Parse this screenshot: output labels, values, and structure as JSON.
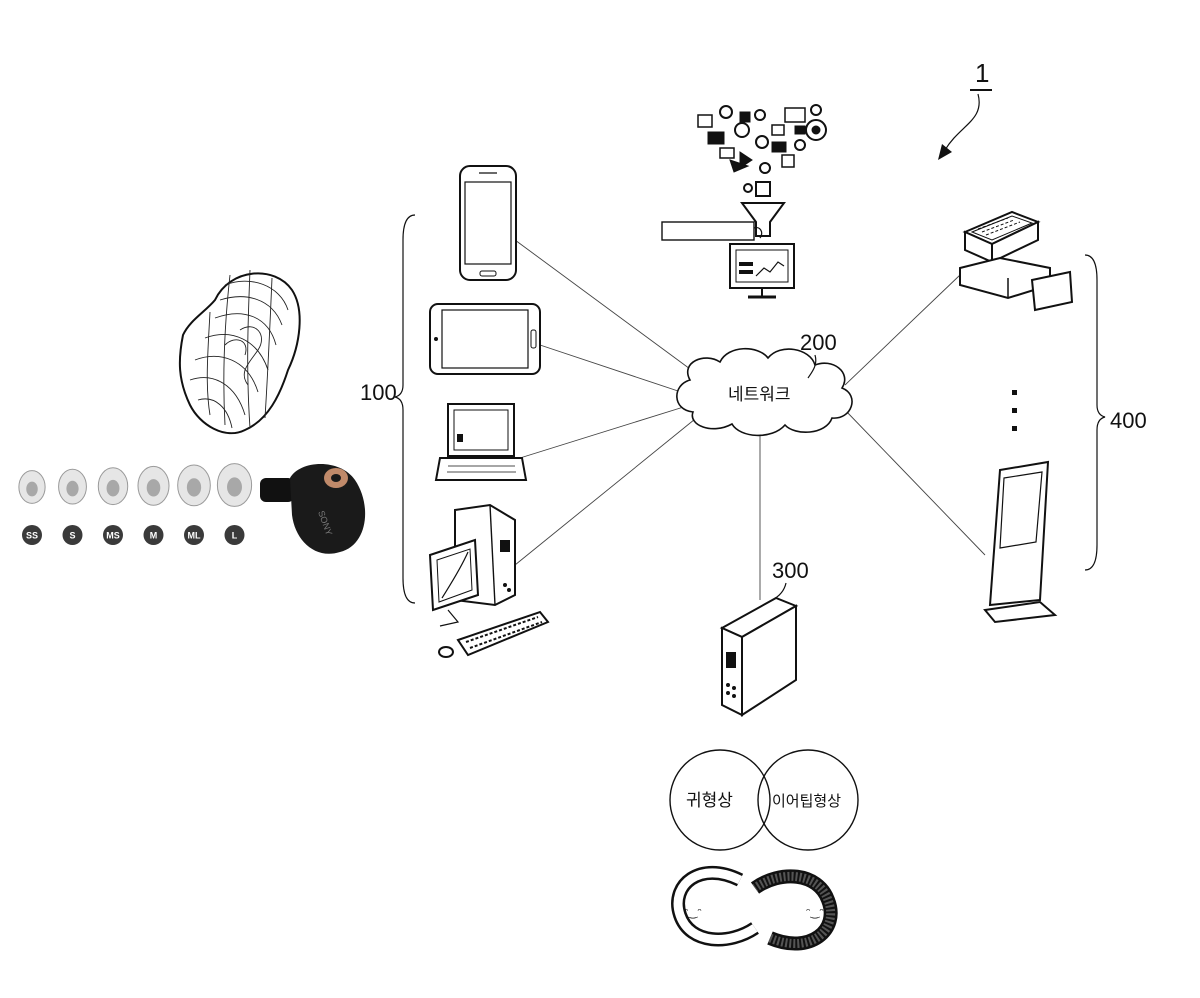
{
  "figure_number": "1",
  "groups": {
    "user_devices": {
      "ref": "100"
    },
    "network": {
      "ref": "200",
      "label": "네트워크"
    },
    "server": {
      "ref": "300"
    },
    "terminals": {
      "ref": "400"
    }
  },
  "venn": {
    "left": "귀형상",
    "right": "이어팁형상"
  },
  "ear_tips": [
    "SS",
    "S",
    "MS",
    "M",
    "ML",
    "L"
  ],
  "earbud_brand": "SONY",
  "colors": {
    "ink": "#111111",
    "line": "#444444",
    "tip_badge": "#3a3a3a",
    "earbud_accent": "#c08a6a"
  }
}
